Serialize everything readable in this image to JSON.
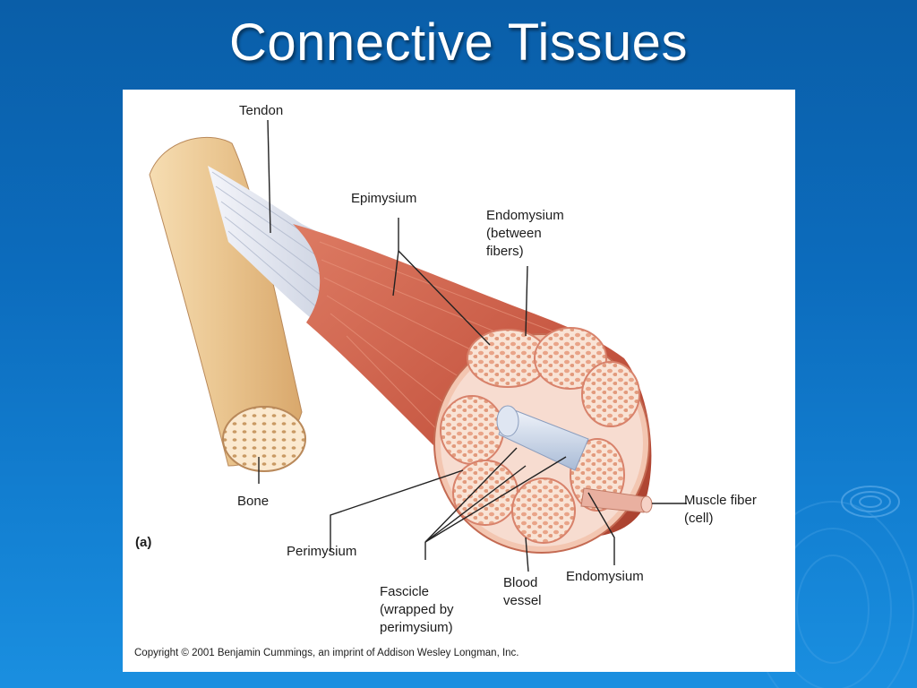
{
  "slide": {
    "title": "Connective Tissues"
  },
  "figure": {
    "panel_label": "(a)",
    "labels": {
      "tendon": "Tendon",
      "epimysium": "Epimysium",
      "endomysium_top": "Endomysium\n(between\nfibers)",
      "bone": "Bone",
      "muscle_fiber": "Muscle fiber\n(cell)",
      "perimysium": "Perimysium",
      "fascicle": "Fascicle\n(wrapped by\nperimysium)",
      "blood_vessel": "Blood\nvessel",
      "endomysium_bottom": "Endomysium"
    },
    "copyright": "Copyright © 2001 Benjamin Cummings, an imprint of Addison Wesley Longman, Inc."
  },
  "colors": {
    "background": "#0c6cbd",
    "title_text": "#ffffff",
    "muscle": "#c8563f",
    "bone": "#ecc995",
    "tendon": "#dfe3ee",
    "fascicle": "#f8dccb"
  }
}
